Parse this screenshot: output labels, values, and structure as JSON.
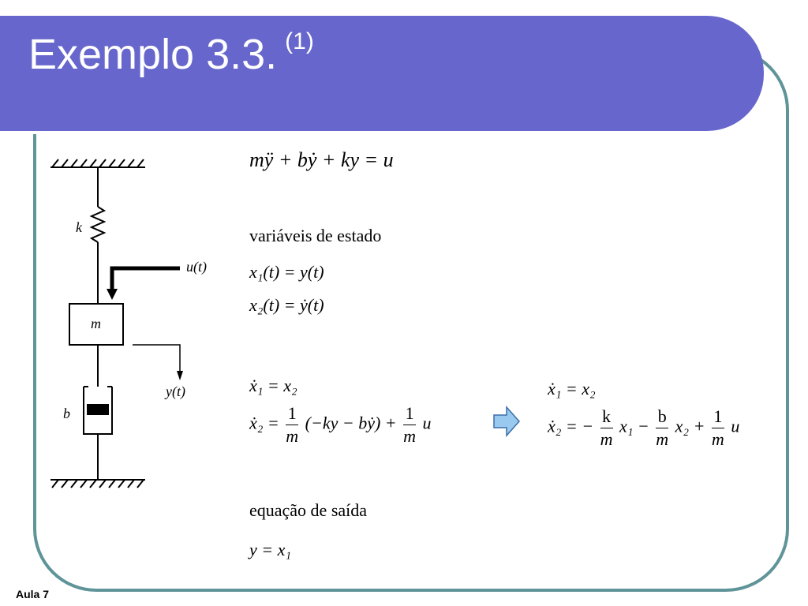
{
  "slide": {
    "title": "Exemplo 3.3.",
    "title_sup": "(1)",
    "footer": "Aula 7"
  },
  "diagram": {
    "spring_label": "k",
    "input_label": "u(t)",
    "mass_label": "m",
    "output_label": "y(t)",
    "damper_label": "b"
  },
  "equations": {
    "ode": "mÿ + bẏ + ky = u",
    "state_vars_heading": "variáveis de estado",
    "x1_def": "x₁(t) = y(t)",
    "x2_def": "x₂(t) = ẏ(t)",
    "x1dot_left": "ẋ₁ = x₂",
    "x2dot_left": {
      "lhs": "ẋ₂ =",
      "frac1_num": "1",
      "frac1_den": "m",
      "mid": "(−ky − bẏ) +",
      "frac2_num": "1",
      "frac2_den": "m",
      "tail": "u"
    },
    "x1dot_right": "ẋ₁ = x₂",
    "x2dot_right": {
      "lhs": "ẋ₂ = −",
      "frac1_num": "k",
      "frac1_den": "m",
      "term1": "x₁ −",
      "frac2_num": "b",
      "frac2_den": "m",
      "term2": "x₂ +",
      "frac3_num": "1",
      "frac3_den": "m",
      "tail": "u"
    },
    "output_heading": "equação de saída",
    "output_eq": "y = x₁"
  },
  "colors": {
    "title_bar": "#6666cc",
    "frame": "#5f9498",
    "arrow_fill": "#99c9ee"
  }
}
